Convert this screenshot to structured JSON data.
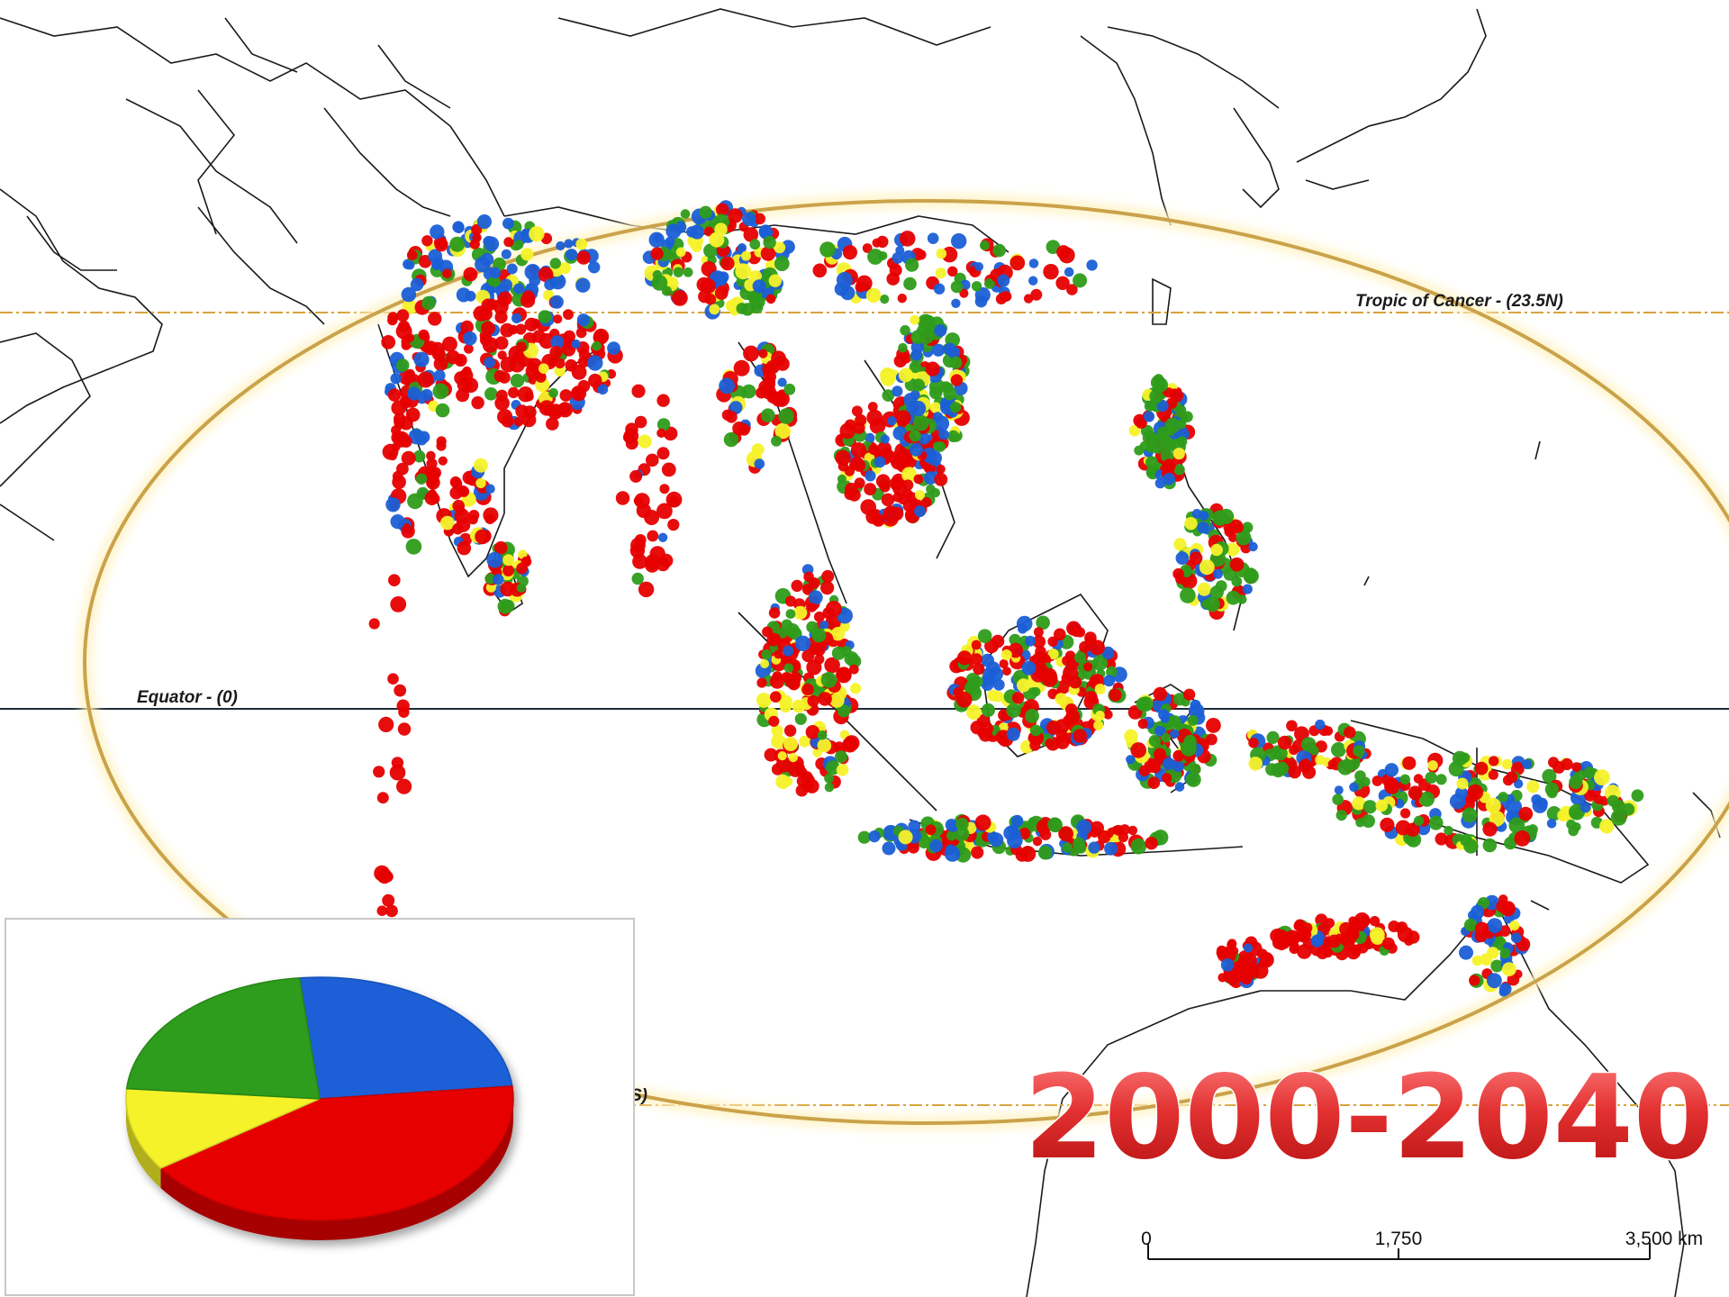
{
  "map": {
    "lines": {
      "tropic_cancer_label": "Tropic of Cancer - (23.5N)",
      "equator_label": "Equator - (0)",
      "tropic_capricorn_label_fragment": "S)"
    },
    "period_title": "2000-2040",
    "scale_bar": {
      "ticks": [
        "0",
        "1,750",
        "3,500 km"
      ]
    },
    "colors": {
      "red": "#e60000",
      "green": "#2e9c1a",
      "blue": "#1b5fd6",
      "yellow": "#f5f22a",
      "ellipse": "#caa24a",
      "tropic_line": "#d8a23a",
      "equator_line": "#1d2b3a",
      "borders": "#1a1a1a"
    }
  },
  "chart_data": {
    "type": "pie",
    "title": "",
    "slices": [
      {
        "color": "blue",
        "value": 25
      },
      {
        "color": "red",
        "value": 42
      },
      {
        "color": "yellow",
        "value": 11
      },
      {
        "color": "green",
        "value": 22
      }
    ]
  }
}
